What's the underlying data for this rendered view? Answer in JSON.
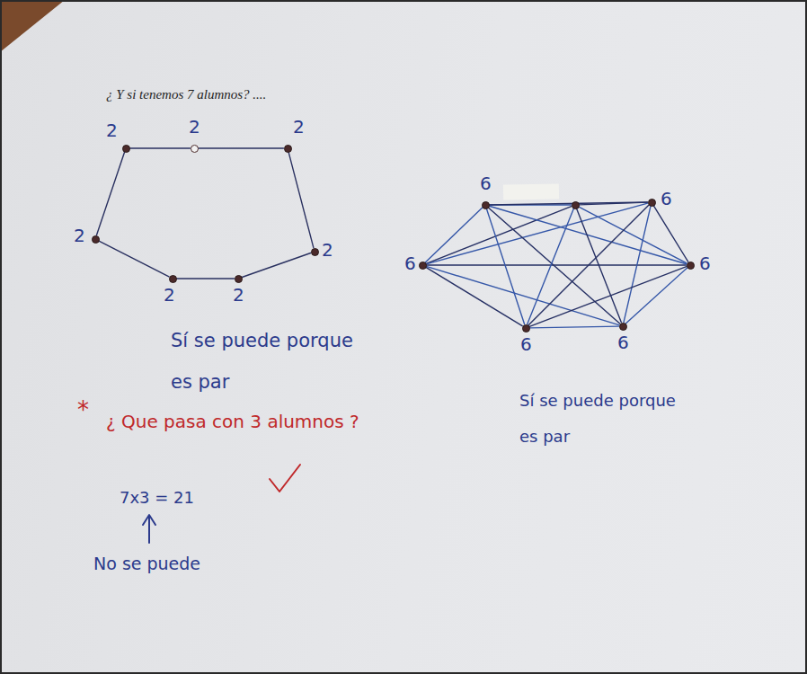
{
  "diagram": {
    "nodes": [
      {
        "text": [
          "2"
        ]
      },
      {
        "text": [
          "2"
        ]
      },
      {
        "text": [
          "2"
        ]
      },
      {
        "text": [
          "2"
        ]
      },
      {
        "text": [
          "2"
        ]
      },
      {
        "text": [
          "2"
        ]
      },
      {
        "text": [
          "2"
        ]
      },
      {
        "text": [
          "6"
        ]
      },
      {
        "text": [
          "6"
        ]
      },
      {
        "text": []
      },
      {
        "text": [
          "6"
        ]
      },
      {
        "text": [
          "6"
        ]
      },
      {
        "text": [
          "6"
        ]
      },
      {
        "text": [
          "6"
        ]
      }
    ],
    "edges": [
      {
        "from": 0,
        "to": 1,
        "arrow": "none"
      },
      {
        "from": 1,
        "to": 2,
        "arrow": "none"
      },
      {
        "from": 2,
        "to": 3,
        "arrow": "none"
      },
      {
        "from": 3,
        "to": 4,
        "arrow": "none"
      },
      {
        "from": 4,
        "to": 5,
        "arrow": "none"
      },
      {
        "from": 5,
        "to": 6,
        "arrow": "none"
      },
      {
        "from": 6,
        "to": 0,
        "arrow": "none"
      },
      {
        "from": 7,
        "to": 8,
        "arrow": "none"
      },
      {
        "from": 7,
        "to": 9,
        "arrow": "none"
      },
      {
        "from": 7,
        "to": 10,
        "arrow": "none"
      },
      {
        "from": 7,
        "to": 11,
        "arrow": "none"
      },
      {
        "from": 7,
        "to": 12,
        "arrow": "none"
      },
      {
        "from": 7,
        "to": 13,
        "arrow": "none"
      },
      {
        "from": 8,
        "to": 9,
        "arrow": "none"
      },
      {
        "from": 8,
        "to": 10,
        "arrow": "none"
      },
      {
        "from": 8,
        "to": 11,
        "arrow": "none"
      },
      {
        "from": 8,
        "to": 12,
        "arrow": "none"
      },
      {
        "from": 8,
        "to": 13,
        "arrow": "none"
      },
      {
        "from": 9,
        "to": 10,
        "arrow": "none"
      },
      {
        "from": 9,
        "to": 11,
        "arrow": "none"
      },
      {
        "from": 9,
        "to": 12,
        "arrow": "none"
      },
      {
        "from": 9,
        "to": 13,
        "arrow": "none"
      },
      {
        "from": 10,
        "to": 11,
        "arrow": "none"
      },
      {
        "from": 10,
        "to": 12,
        "arrow": "none"
      },
      {
        "from": 10,
        "to": 13,
        "arrow": "none"
      },
      {
        "from": 11,
        "to": 12,
        "arrow": "none"
      },
      {
        "from": 11,
        "to": 13,
        "arrow": "none"
      },
      {
        "from": 12,
        "to": 13,
        "arrow": "none"
      }
    ],
    "labels": [
      "¿ Y si tenemos 7 alumnos? ....",
      "Sí se puede porque es par",
      "Sí se puede porque es par",
      "*",
      "¿ Que pasa con 3 alumnos ?",
      "7x3 = 21",
      "No se puede"
    ]
  }
}
